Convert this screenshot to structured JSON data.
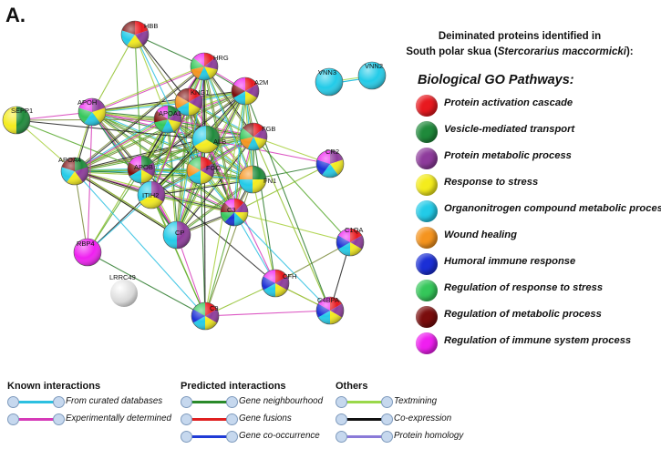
{
  "panel_letter": "A.",
  "title": {
    "line1": "Deiminated proteins identified in",
    "line2_prefix": "South polar skua (",
    "line2_species": "Stercorarius maccormicki",
    "line2_suffix": "):"
  },
  "go": {
    "heading": "Biological GO Pathways:",
    "items": [
      {
        "label": "Protein activation cascade",
        "color": "#e8191f"
      },
      {
        "label": "Vesicle-mediated transport",
        "color": "#1f8a3b"
      },
      {
        "label": "Protein metabolic process",
        "color": "#8e3b9c"
      },
      {
        "label": "Response to stress",
        "color": "#f4ec1d"
      },
      {
        "label": "Organonitrogen compound metabolic process",
        "color": "#22cbe8"
      },
      {
        "label": "Wound healing",
        "color": "#f5941e"
      },
      {
        "label": "Humoral immune response",
        "color": "#1b2fd6"
      },
      {
        "label": "Regulation of response to stress",
        "color": "#35c75a"
      },
      {
        "label": " Regulation of metabolic process",
        "color": "#7a0c0c"
      },
      {
        "label": "Regulation of immune system process",
        "color": "#ef1ff0"
      }
    ]
  },
  "legend": {
    "known": {
      "heading": "Known interactions",
      "items": [
        {
          "label": "From curated databases",
          "color": "#2cc0e0"
        },
        {
          "label": "Experimentally determined",
          "color": "#d63ab8"
        }
      ]
    },
    "predicted": {
      "heading": "Predicted interactions",
      "items": [
        {
          "label": "Gene neighbourhood",
          "color": "#2a8a2a"
        },
        {
          "label": "Gene fusions",
          "color": "#e02020"
        },
        {
          "label": "Gene co-occurrence",
          "color": "#1f3bd6"
        }
      ]
    },
    "others": {
      "heading": "Others",
      "items": [
        {
          "label": "Textmining",
          "color": "#9ad84a"
        },
        {
          "label": "Co-expression",
          "color": "#111111"
        },
        {
          "label": "Protein homology",
          "color": "#8a7ad8"
        }
      ]
    }
  },
  "network": {
    "nodes": [
      {
        "id": "HBB",
        "label": "HBB",
        "colors": [
          "#e8191f",
          "#8e3b9c",
          "#f4ec1d",
          "#22cbe8",
          "#7a0c0c"
        ]
      },
      {
        "id": "HRG",
        "label": "HRG",
        "colors": [
          "#e8191f",
          "#8e3b9c",
          "#f4ec1d",
          "#22cbe8",
          "#f5941e",
          "#35c75a",
          "#ef1ff0"
        ]
      },
      {
        "id": "A2M",
        "label": "A2M",
        "colors": [
          "#e8191f",
          "#8e3b9c",
          "#f4ec1d",
          "#22cbe8",
          "#7a0c0c",
          "#ef1ff0"
        ]
      },
      {
        "id": "VNN3",
        "label": "VNN3",
        "colors": [
          "#22cbe8"
        ]
      },
      {
        "id": "VNN2",
        "label": "VNN2",
        "colors": [
          "#22cbe8"
        ]
      },
      {
        "id": "SEPP1",
        "label": "SEPP1",
        "colors": [
          "#1f8a3b",
          "#f4ec1d"
        ]
      },
      {
        "id": "APOH",
        "label": "APOH",
        "colors": [
          "#8e3b9c",
          "#f4ec1d",
          "#22cbe8",
          "#35c75a",
          "#ef1ff0"
        ]
      },
      {
        "id": "KNG1",
        "label": "KNG1",
        "colors": [
          "#e8191f",
          "#8e3b9c",
          "#f4ec1d",
          "#22cbe8",
          "#f5941e",
          "#7a0c0c"
        ]
      },
      {
        "id": "APOA1",
        "label": "APOA1",
        "colors": [
          "#1f8a3b",
          "#8e3b9c",
          "#f4ec1d",
          "#22cbe8",
          "#35c75a",
          "#7a0c0c",
          "#ef1ff0"
        ]
      },
      {
        "id": "ALB",
        "label": "ALB",
        "colors": [
          "#1f8a3b",
          "#f4ec1d",
          "#22cbe8"
        ]
      },
      {
        "id": "FGB",
        "label": "FGB",
        "colors": [
          "#e8191f",
          "#8e3b9c",
          "#f4ec1d",
          "#22cbe8",
          "#f5941e",
          "#35c75a",
          "#7a0c0c"
        ]
      },
      {
        "id": "CR2",
        "label": "CR2",
        "colors": [
          "#8e3b9c",
          "#f4ec1d",
          "#22cbe8",
          "#1b2fd6",
          "#ef1ff0"
        ]
      },
      {
        "id": "APOA4",
        "label": "APOA4",
        "colors": [
          "#1f8a3b",
          "#8e3b9c",
          "#f4ec1d",
          "#22cbe8",
          "#7a0c0c"
        ]
      },
      {
        "id": "APOB",
        "label": "APOB",
        "colors": [
          "#1f8a3b",
          "#8e3b9c",
          "#f4ec1d",
          "#22cbe8",
          "#7a0c0c",
          "#ef1ff0"
        ]
      },
      {
        "id": "FGG",
        "label": "FGG",
        "colors": [
          "#e8191f",
          "#8e3b9c",
          "#f4ec1d",
          "#22cbe8",
          "#f5941e",
          "#35c75a"
        ]
      },
      {
        "id": "FN1",
        "label": "FN1",
        "colors": [
          "#1f8a3b",
          "#f4ec1d",
          "#22cbe8",
          "#f5941e"
        ]
      },
      {
        "id": "ITIH2",
        "label": "ITIH2",
        "colors": [
          "#8e3b9c",
          "#f4ec1d",
          "#22cbe8"
        ]
      },
      {
        "id": "C3",
        "label": "C3",
        "colors": [
          "#e8191f",
          "#8e3b9c",
          "#f4ec1d",
          "#22cbe8",
          "#1b2fd6",
          "#35c75a",
          "#7a0c0c",
          "#ef1ff0"
        ]
      },
      {
        "id": "C1QA",
        "label": "C1QA",
        "colors": [
          "#e8191f",
          "#8e3b9c",
          "#f4ec1d",
          "#22cbe8",
          "#1b2fd6",
          "#ef1ff0"
        ]
      },
      {
        "id": "CP",
        "label": "CP",
        "colors": [
          "#8e3b9c",
          "#22cbe8"
        ]
      },
      {
        "id": "RBP4",
        "label": "RBP4",
        "colors": [
          "#ef1ff0"
        ]
      },
      {
        "id": "LRRC49",
        "label": "LRRC49",
        "colors": []
      },
      {
        "id": "CFH",
        "label": "CFH",
        "colors": [
          "#e8191f",
          "#8e3b9c",
          "#f4ec1d",
          "#22cbe8",
          "#1b2fd6",
          "#ef1ff0"
        ]
      },
      {
        "id": "C9",
        "label": "C9",
        "colors": [
          "#e8191f",
          "#8e3b9c",
          "#f4ec1d",
          "#22cbe8",
          "#1b2fd6",
          "#35c75a"
        ]
      },
      {
        "id": "C4BPA",
        "label": "C4BPA",
        "colors": [
          "#e8191f",
          "#8e3b9c",
          "#f4ec1d",
          "#22cbe8",
          "#1b2fd6",
          "#ef1ff0"
        ]
      }
    ]
  }
}
